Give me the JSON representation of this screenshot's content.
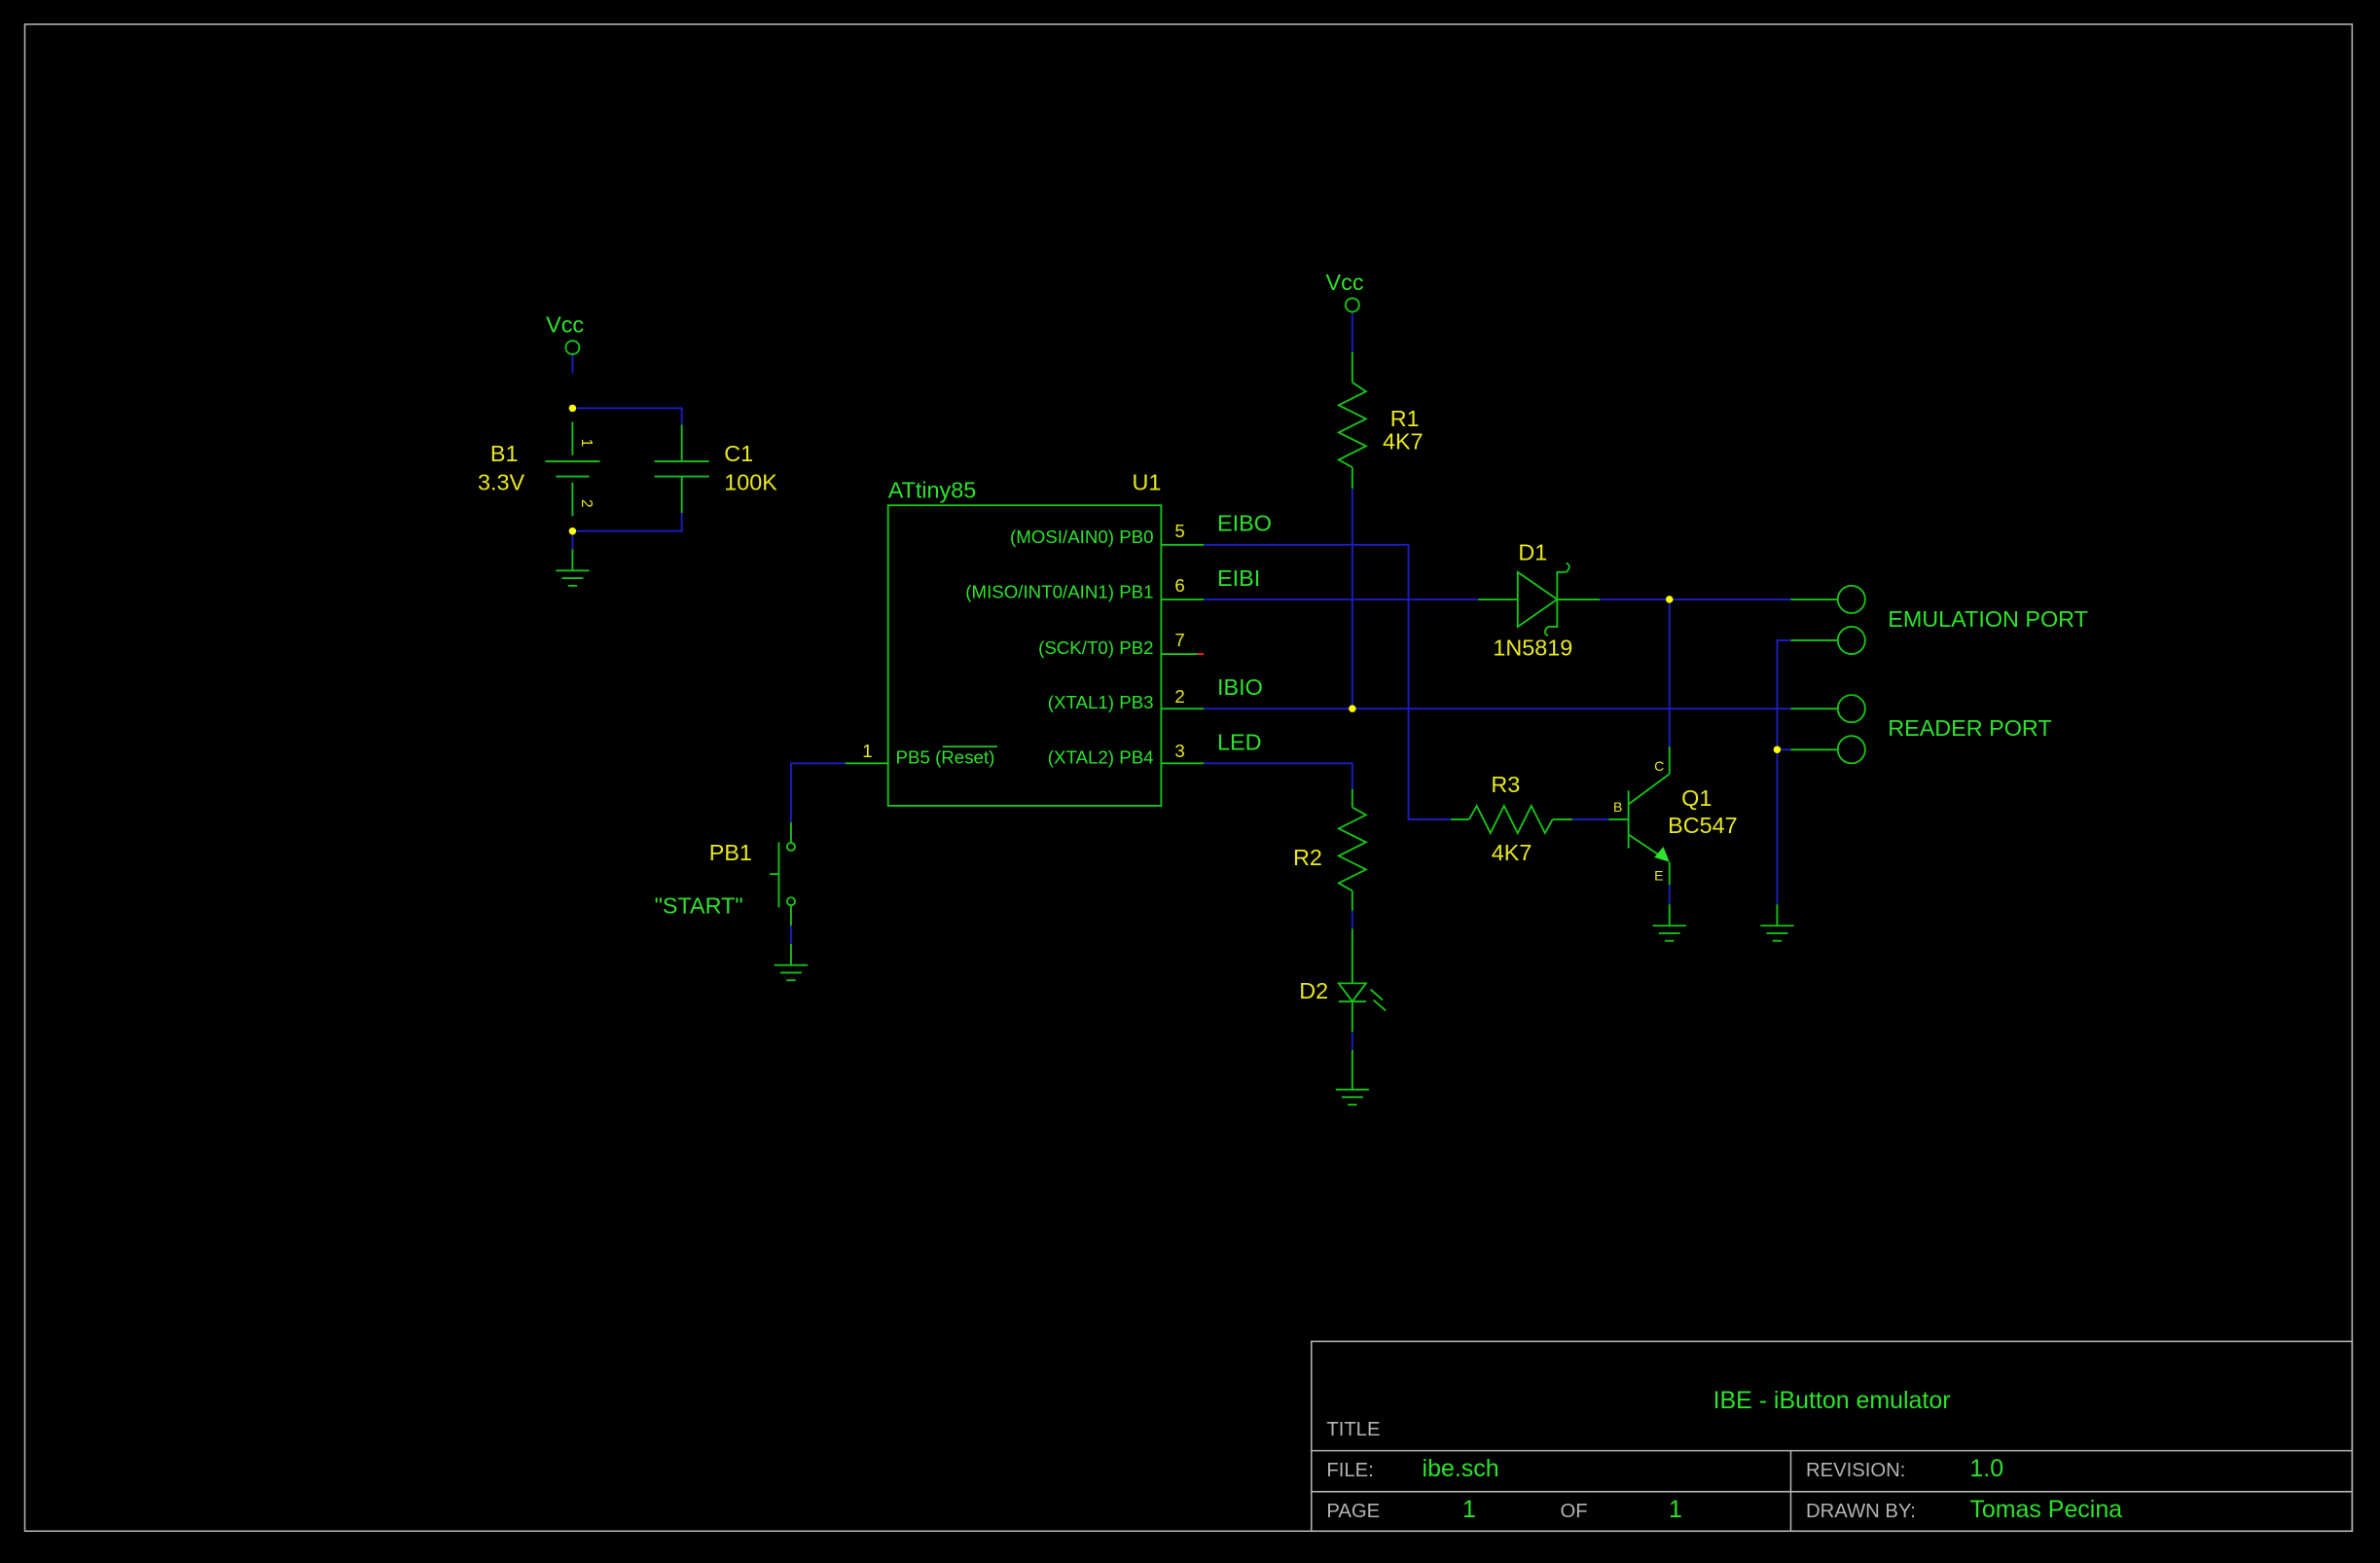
{
  "colors": {
    "background": "#000000",
    "wire": "#1d1dc4",
    "component": "#19c219",
    "label": "#e8e820",
    "net_label": "#2ee22e",
    "junction": "#ffff00",
    "frame": "#b4b4b4"
  },
  "power": {
    "vcc_left": "Vcc",
    "vcc_right": "Vcc"
  },
  "battery": {
    "ref": "B1",
    "value": "3.3V",
    "pin1": "1",
    "pin2": "2"
  },
  "capacitor": {
    "ref": "C1",
    "value": "100K"
  },
  "u1": {
    "part": "ATtiny85",
    "ref": "U1",
    "pins": {
      "pb0": "(MOSI/AIN0) PB0",
      "pb1": "(MISO/INT0/AIN1) PB1",
      "pb2": "(SCK/T0) PB2",
      "pb3": "(XTAL1) PB3",
      "pb4": "(XTAL2) PB4",
      "pb5_name": "PB5",
      "pb5_reset": "(Reset)"
    },
    "pin_numbers": {
      "pb0": "5",
      "pb1": "6",
      "pb2": "7",
      "pb3": "2",
      "pb4": "3",
      "pb5": "1"
    }
  },
  "nets": {
    "eibo": "EIBO",
    "eibi": "EIBI",
    "ibio": "IBIO",
    "led": "LED"
  },
  "r1": {
    "ref": "R1",
    "value": "4K7"
  },
  "r2": {
    "ref": "R2"
  },
  "r3": {
    "ref": "R3",
    "value": "4K7"
  },
  "d1": {
    "ref": "D1",
    "value": "1N5819"
  },
  "d2": {
    "ref": "D2"
  },
  "q1": {
    "ref": "Q1",
    "value": "BC547",
    "pin_b": "B",
    "pin_c": "C",
    "pin_e": "E"
  },
  "pb1": {
    "ref": "PB1",
    "value": "\"START\""
  },
  "ports": {
    "emulation": "EMULATION PORT",
    "reader": "READER PORT"
  },
  "title_block": {
    "title_label": "TITLE",
    "title": "IBE - iButton emulator",
    "file_label": "FILE:",
    "file": "ibe.sch",
    "page_label": "PAGE",
    "page": "1",
    "of_label": "OF",
    "of": "1",
    "revision_label": "REVISION:",
    "revision": "1.0",
    "drawn_by_label": "DRAWN BY:",
    "drawn_by": "Tomas Pecina"
  }
}
